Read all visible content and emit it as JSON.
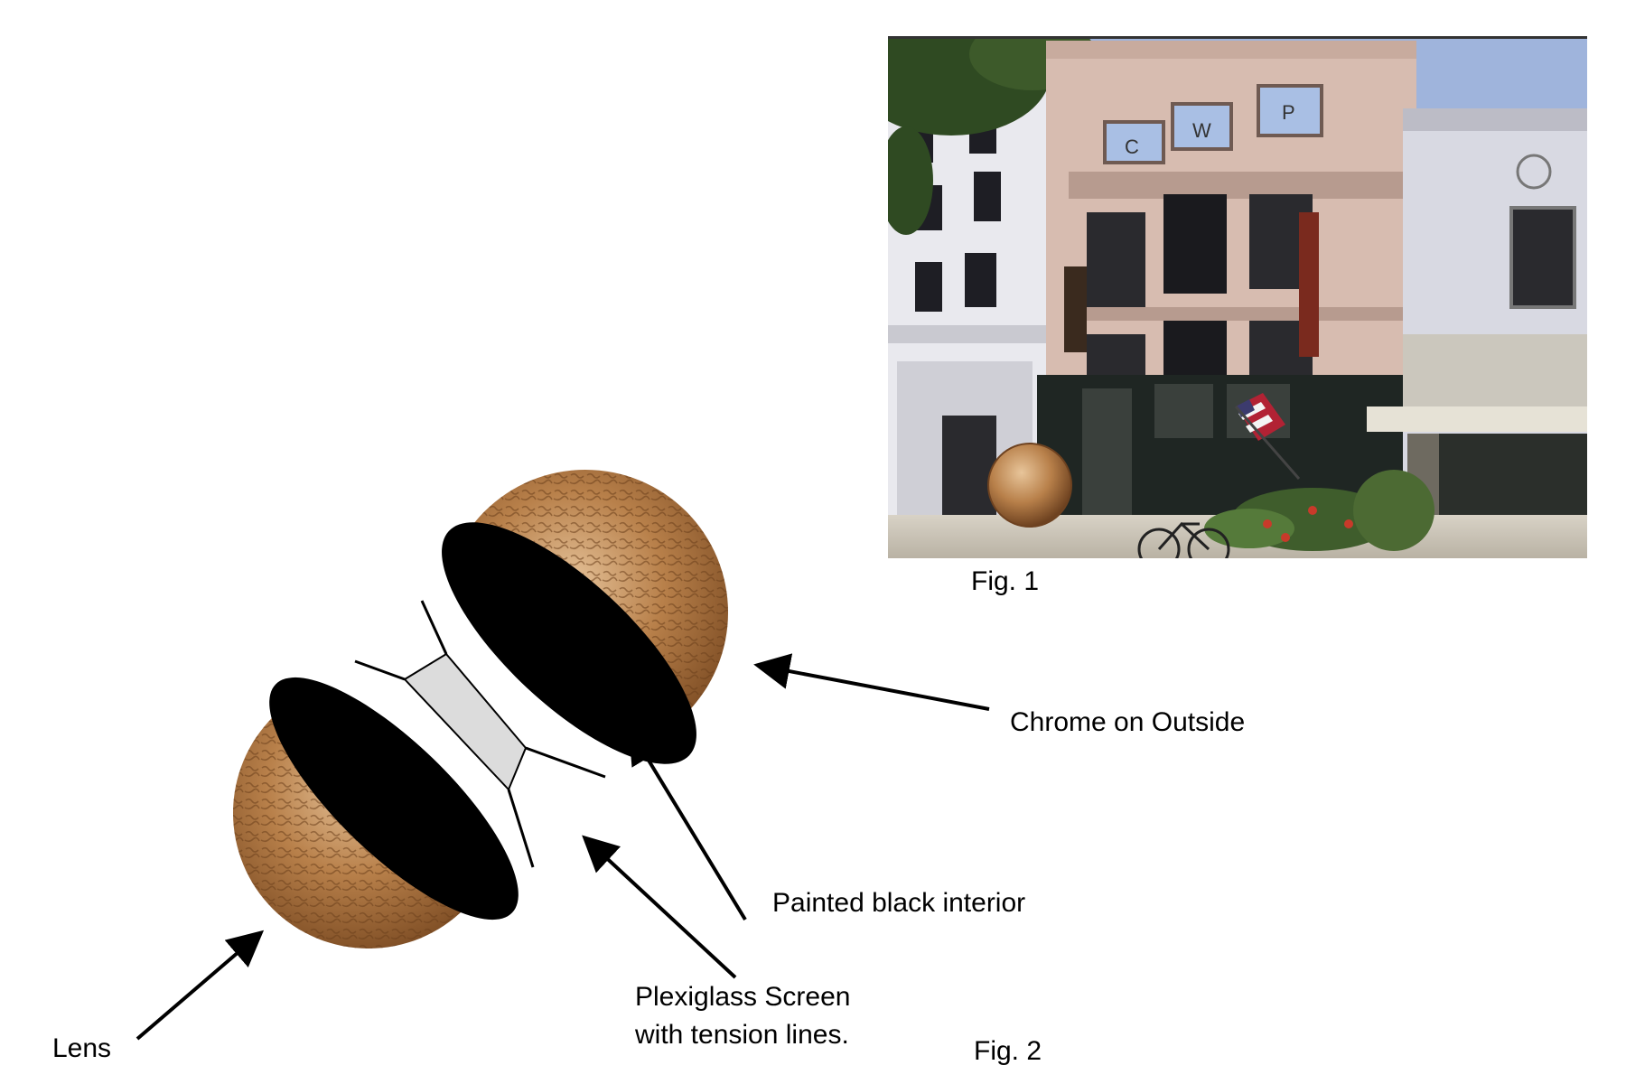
{
  "figures": {
    "fig1_caption": "Fig. 1",
    "fig2_caption": "Fig. 2"
  },
  "photo": {
    "sign_letters": [
      "C",
      "W",
      "P"
    ]
  },
  "callouts": {
    "chrome": "Chrome on Outside",
    "interior": "Painted black interior",
    "screen_line1": "Plexiglass Screen",
    "screen_line2": "with tension lines.",
    "lens": "Lens"
  },
  "colors": {
    "shell": "#b8804a",
    "shell_dark": "#7a4a22",
    "interior": "#000000",
    "screen": "#dcdcdc",
    "arrow": "#000000"
  }
}
